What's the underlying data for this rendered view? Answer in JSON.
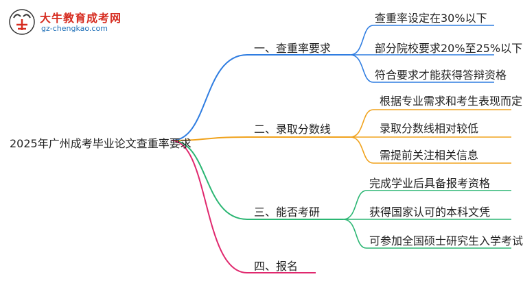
{
  "logo": {
    "title": "大牛教育成考网",
    "url": "gz-chengkao.com",
    "mark_text": "大牛"
  },
  "root": "2025年广州成考毕业论文查重率要求",
  "branches": [
    {
      "label": "一、查重率要求",
      "color": "#2f7de1",
      "leaves": [
        "查重率设定在30%以下",
        "部分院校要求20%至25%以下",
        "符合要求才能获得答辩资格"
      ]
    },
    {
      "label": "二、录取分数线",
      "color": "#f0a21c",
      "leaves": [
        "根据专业需求和考生表现而定",
        "录取分数线相对较低",
        "需提前关注相关信息"
      ]
    },
    {
      "label": "三、能否考研",
      "color": "#2bb673",
      "leaves": [
        "完成学业后具备报考资格",
        "获得国家认可的本科文凭",
        "可参加全国硕士研究生入学考试"
      ]
    },
    {
      "label": "四、报名",
      "color": "#e0286e",
      "leaves": []
    }
  ]
}
